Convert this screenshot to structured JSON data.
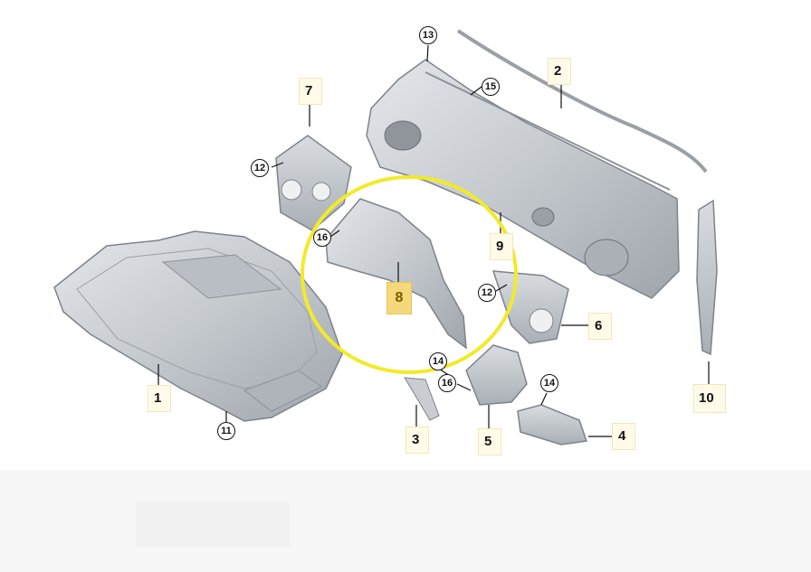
{
  "callouts": {
    "p1": "1",
    "p2": "2",
    "p3": "3",
    "p4": "4",
    "p5": "5",
    "p6": "6",
    "p7": "7",
    "p8": "8",
    "p9": "9",
    "p10": "10",
    "p11": "11",
    "p12a": "12",
    "p12b": "12",
    "p13": "13",
    "p14a": "14",
    "p14b": "14",
    "p15": "15",
    "p16a": "16",
    "p16b": "16"
  },
  "colors": {
    "highlight_ring": "#f2ea2a",
    "highlight_label": "#f5d77c",
    "part_fill": "#c9cdd2",
    "part_stroke": "#7d838a"
  }
}
